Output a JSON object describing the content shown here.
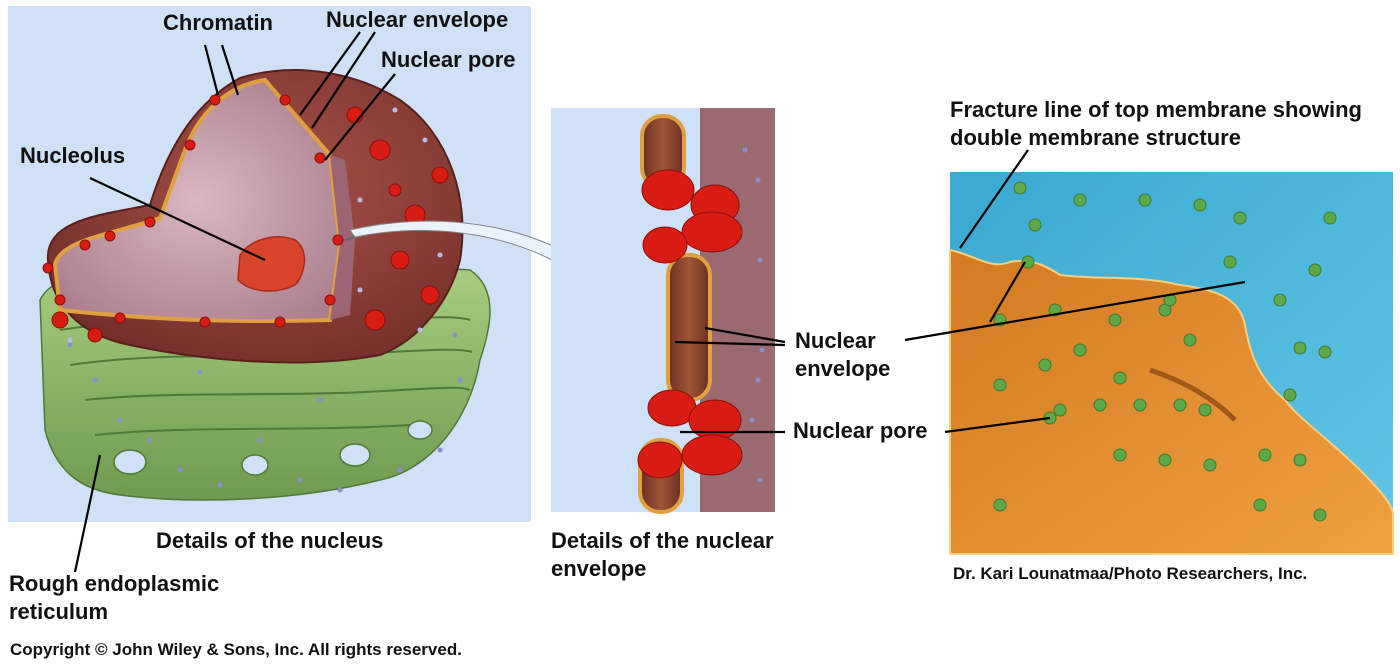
{
  "panels": {
    "nucleus": {
      "caption": "Details of the nucleus",
      "labels": {
        "chromatin": "Chromatin",
        "nuclear_envelope": "Nuclear envelope",
        "nuclear_pore": "Nuclear pore",
        "nucleolus": "Nucleolus",
        "rough_er": "Rough endoplasmic reticulum"
      }
    },
    "envelope": {
      "caption": "Details of the nuclear envelope",
      "labels": {
        "nuclear_envelope": "Nuclear envelope",
        "nuclear_pore": "Nuclear pore"
      }
    },
    "micrograph": {
      "label_fracture": "Fracture line of top membrane showing double membrane structure",
      "credit": "Dr. Kari Lounatmaa/Photo Researchers, Inc."
    }
  },
  "copyright": "Copyright © John Wiley & Sons, Inc. All rights reserved.",
  "colors": {
    "panel_bg": "#cfe0f7",
    "nucleus_brown": "#8a3a34",
    "chromatin": "#b98c98",
    "pore_red": "#d81c14",
    "envelope_gold": "#e0a040",
    "er_green": "#8fb86a",
    "micro_blue": "#3ab4d8",
    "micro_orange": "#e08828"
  }
}
